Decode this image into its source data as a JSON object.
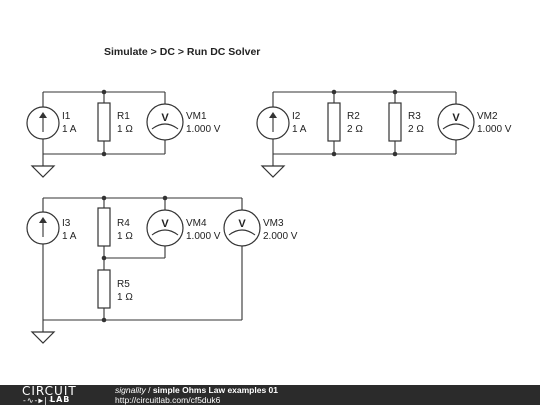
{
  "header": {
    "menu_path": "Simulate > DC > Run DC Solver"
  },
  "circuit1": {
    "source": {
      "name": "I1",
      "value": "1 A"
    },
    "resistor": {
      "name": "R1",
      "value": "1 Ω"
    },
    "meter": {
      "name": "VM1",
      "value": "1.000 V",
      "glyph": "V"
    }
  },
  "circuit2": {
    "source": {
      "name": "I2",
      "value": "1 A"
    },
    "resistor_a": {
      "name": "R2",
      "value": "2 Ω"
    },
    "resistor_b": {
      "name": "R3",
      "value": "2 Ω"
    },
    "meter": {
      "name": "VM2",
      "value": "1.000 V",
      "glyph": "V"
    }
  },
  "circuit3": {
    "source": {
      "name": "I3",
      "value": "1 A"
    },
    "resistor_a": {
      "name": "R4",
      "value": "1 Ω"
    },
    "resistor_b": {
      "name": "R5",
      "value": "1 Ω"
    },
    "meter_a": {
      "name": "VM4",
      "value": "1.000 V",
      "glyph": "V"
    },
    "meter_b": {
      "name": "VM3",
      "value": "2.000 V",
      "glyph": "V"
    }
  },
  "footer": {
    "logo_top": "CIRCUIT",
    "logo_symbol": "-∿-▶|-",
    "logo_bottom": "LAB",
    "author": "signality",
    "separator": " / ",
    "title": "simple Ohms Law examples 01",
    "url": "http://circuitlab.com/cf5duk6"
  }
}
